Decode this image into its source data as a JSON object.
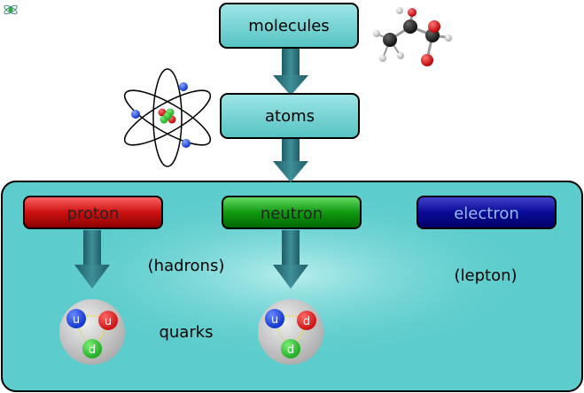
{
  "nodes": {
    "molecules": "molecules",
    "atoms": "atoms",
    "proton": "proton",
    "neutron": "neutron",
    "electron": "electron"
  },
  "labels": {
    "hadrons": "(hadrons)",
    "lepton": "(lepton)",
    "quarks": "quarks"
  },
  "quarks": {
    "proton": [
      "u",
      "u",
      "d"
    ],
    "neutron": [
      "u",
      "d",
      "d"
    ]
  },
  "colors": {
    "teal_box": "#66cccc",
    "panel": "#5ccccc",
    "proton": "#cc1111",
    "neutron": "#119911",
    "electron": "#0a0a99",
    "arrow": "#2e7d86",
    "quark_blue": "#1133cc",
    "quark_red": "#cc1111",
    "quark_green": "#22aa22"
  }
}
